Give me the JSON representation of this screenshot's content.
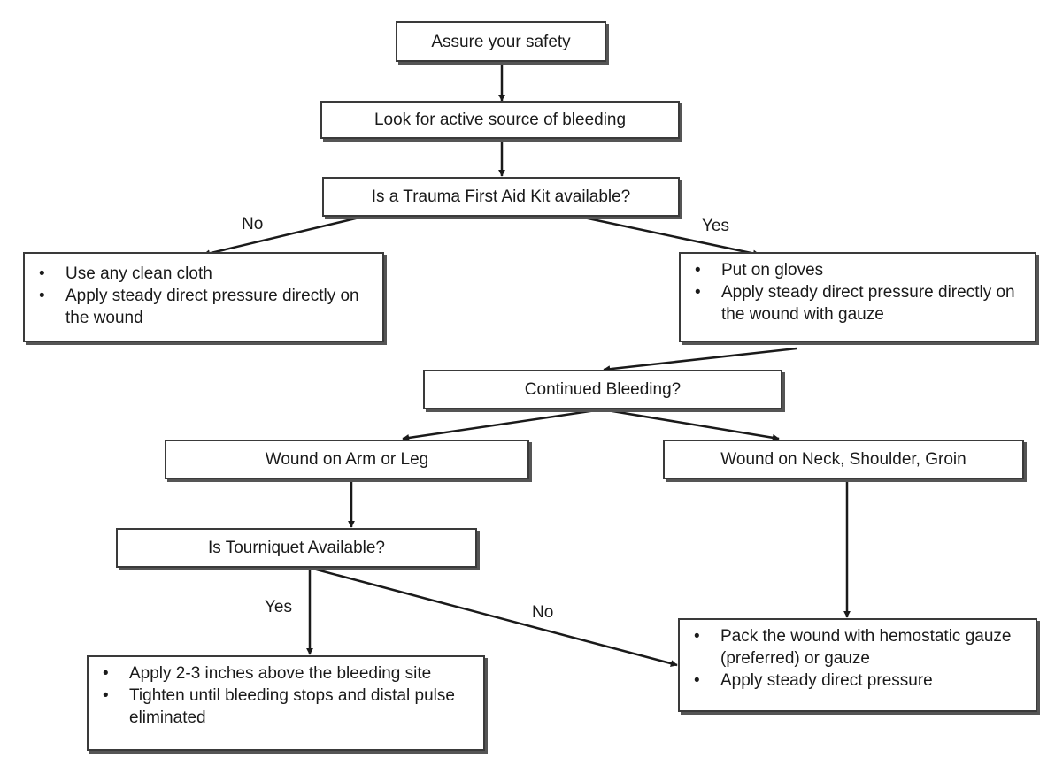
{
  "nodes": {
    "safety": "Assure your safety",
    "look": "Look for active source of bleeding",
    "kit": "Is a Trauma First Aid Kit available?",
    "no_kit_steps": [
      "Use any clean cloth",
      "Apply steady direct pressure directly on the wound"
    ],
    "kit_steps": [
      "Put on gloves",
      "Apply steady direct pressure directly on the wound with gauze"
    ],
    "continued": "Continued Bleeding?",
    "arm_leg": "Wound on Arm or Leg",
    "neck": "Wound on Neck, Shoulder, Groin",
    "tourniquet": "Is Tourniquet Available?",
    "tourniquet_steps": [
      "Apply 2-3 inches above the bleeding site",
      "Tighten until bleeding stops and distal pulse eliminated"
    ],
    "pack_steps": [
      "Pack the wound with hemostatic gauze (preferred) or gauze",
      "Apply steady direct pressure"
    ]
  },
  "edge_labels": {
    "kit_no": "No",
    "kit_yes": "Yes",
    "tourniquet_yes": "Yes",
    "tourniquet_no": "No"
  },
  "colors": {
    "border": "#3a3a3a",
    "shadow": "#555555",
    "arrow": "#1a1a1a"
  }
}
